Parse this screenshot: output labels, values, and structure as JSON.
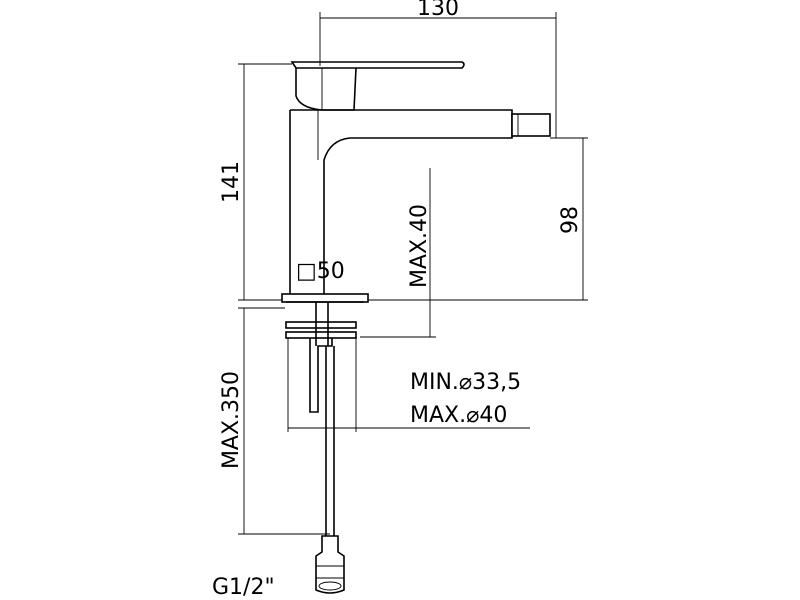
{
  "diagram": {
    "dim_width_top": "130",
    "dim_height_total": "141",
    "dim_spout_height": "98",
    "dim_max_thickness": "MAX.40",
    "dim_base_square": "□50",
    "dim_hose_length": "MAX.350",
    "dim_hole_min": "MIN.⌀33,5",
    "dim_hole_max": "MAX.⌀40",
    "dim_thread": "G1/2\""
  }
}
